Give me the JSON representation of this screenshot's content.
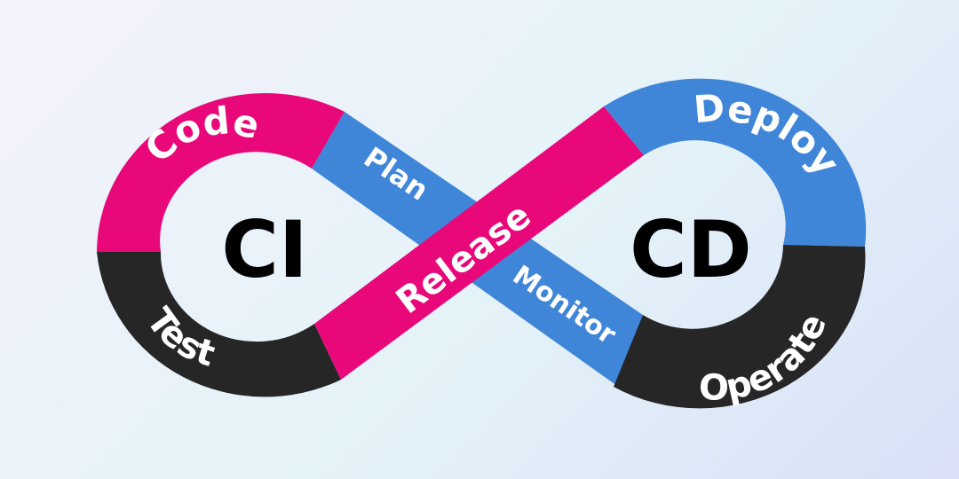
{
  "diagram": {
    "centers": {
      "left": "CI",
      "right": "CD"
    },
    "segments": {
      "code": "Code",
      "plan": "Plan",
      "test": "Test",
      "release": "Release",
      "monitor": "Monitor",
      "deploy": "Deploy",
      "operate": "Operate"
    },
    "colors": {
      "magenta": "#e8087a",
      "blue": "#3f86d9",
      "black": "#262626",
      "text": "#ffffff",
      "center_text": "#000000"
    }
  }
}
